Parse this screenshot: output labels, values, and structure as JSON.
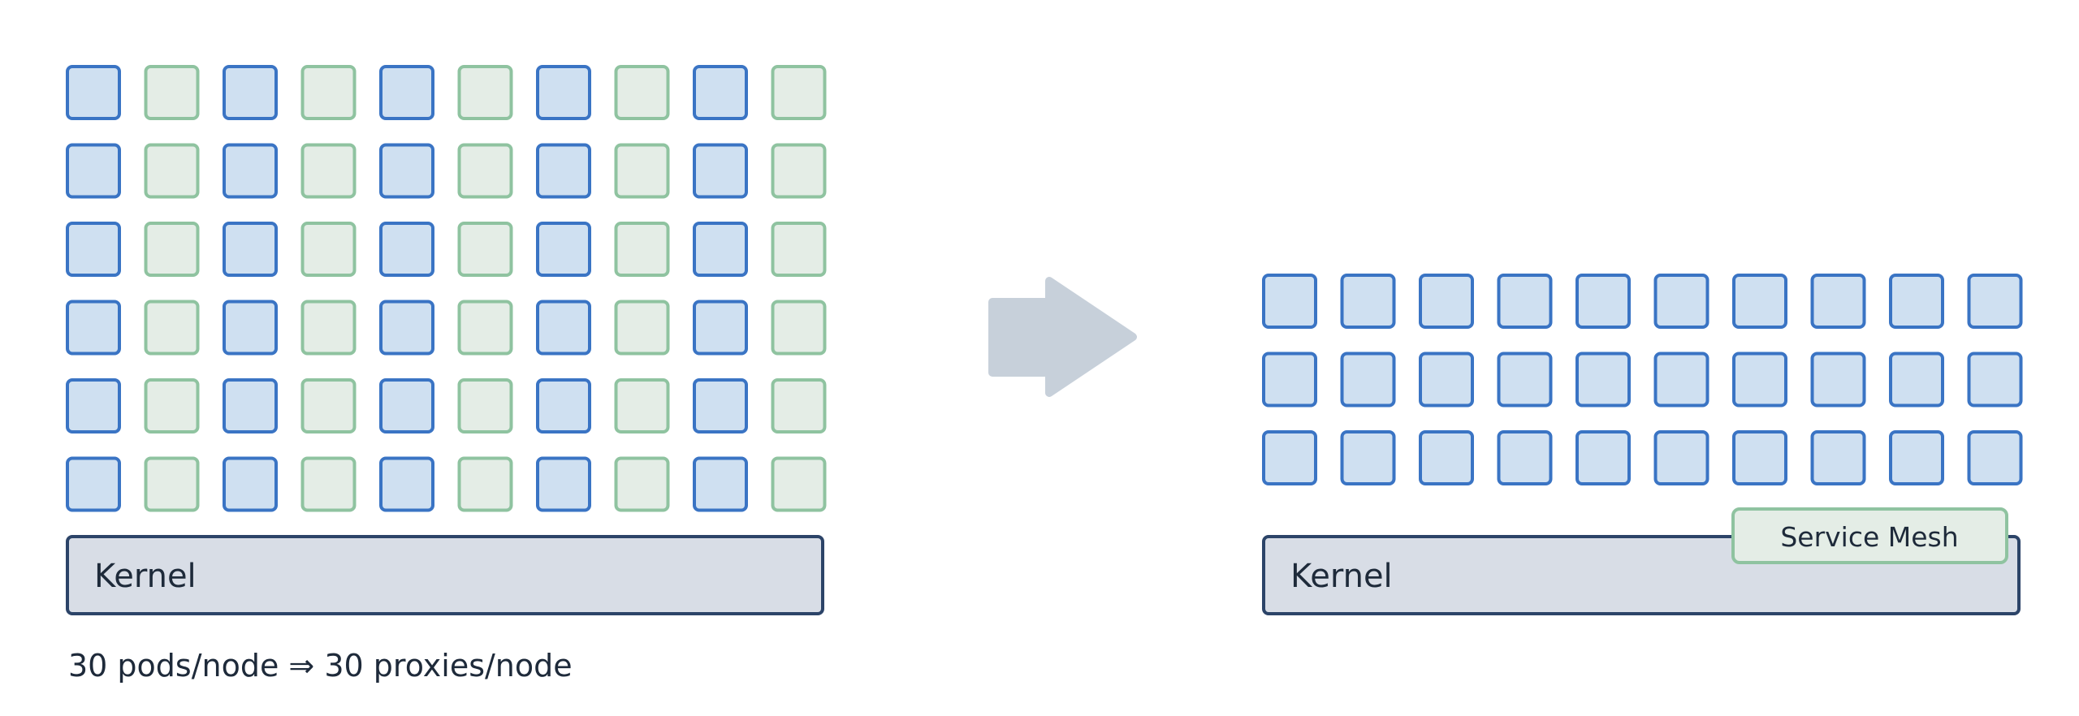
{
  "left_panel": {
    "kernel_label": "Kernel",
    "caption": "30 pods/node ⇒ 30 proxies/node",
    "grid": {
      "rows": 6,
      "columns": 10,
      "pattern": [
        "pod",
        "proxy"
      ]
    }
  },
  "right_panel": {
    "kernel_label": "Kernel",
    "service_mesh_label": "Service Mesh",
    "grid": {
      "rows": 3,
      "columns": 10,
      "pattern": [
        "pod"
      ]
    }
  },
  "colors": {
    "pod_fill": "#cfe0f1",
    "pod_stroke": "#3a74c4",
    "proxy_fill": "#e4ede6",
    "proxy_stroke": "#8fc3a0",
    "kernel_fill": "#d8dde6",
    "kernel_stroke": "#2c4468",
    "arrow": "#c7d0da",
    "text": "#1e2a3a"
  }
}
